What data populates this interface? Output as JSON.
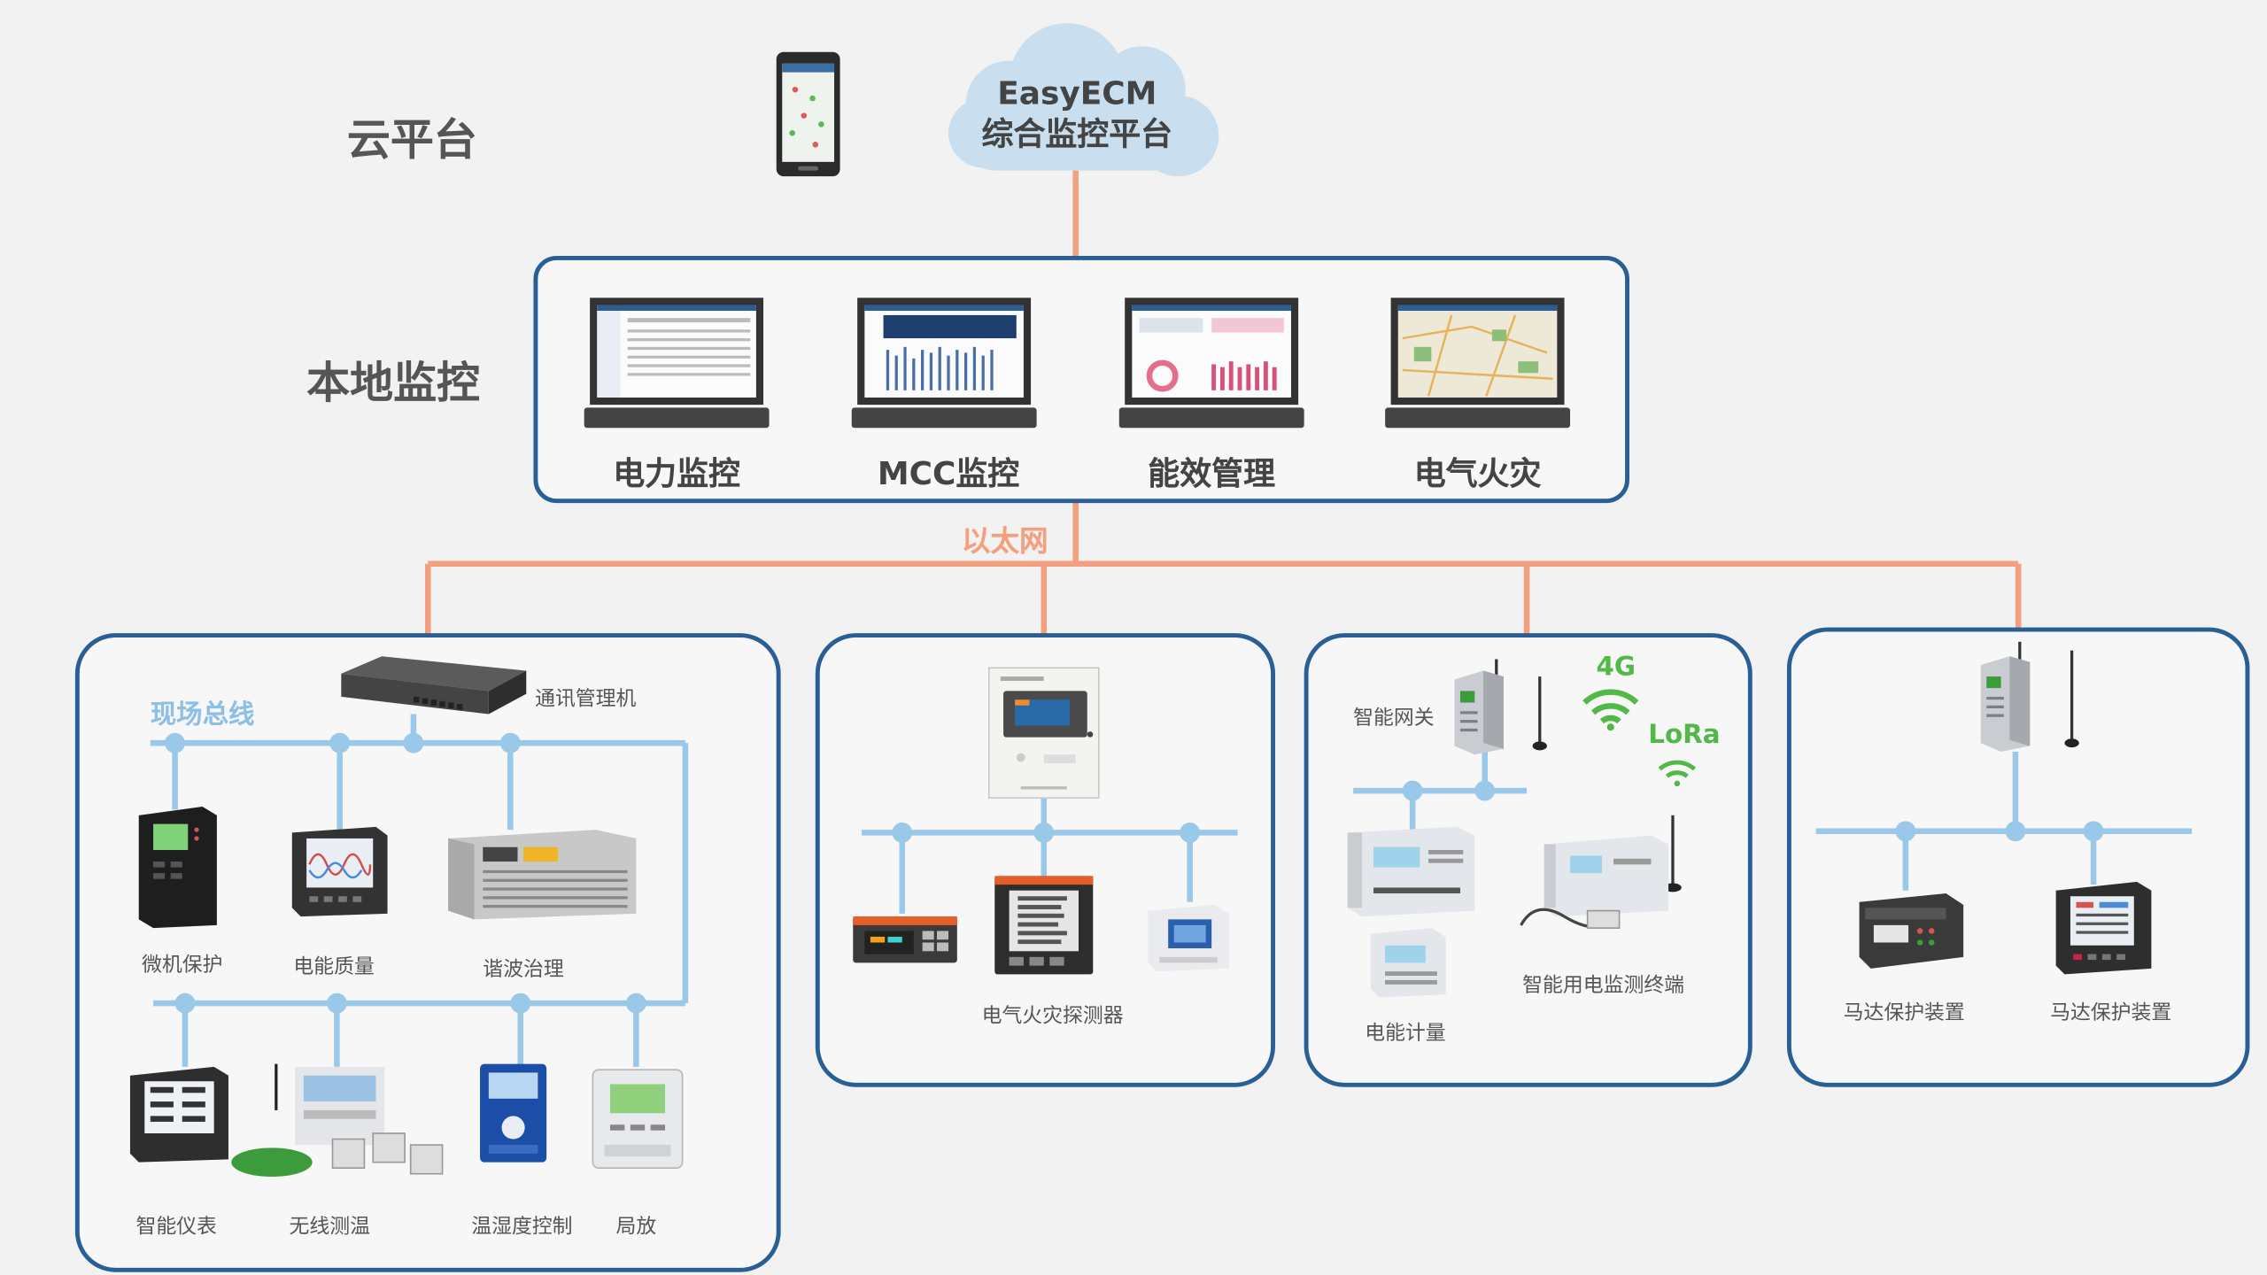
{
  "colors": {
    "frame": "#2a5f95",
    "bus": "#9ac8e8",
    "ethernet": "#f4a07e",
    "wifi": "#52b848",
    "cloud": "#c9dff0"
  },
  "tiers": {
    "cloud": "云平台",
    "local": "本地监控"
  },
  "cloud_platform": {
    "line1": "EasyECM",
    "line2": "综合监控平台"
  },
  "local_monitoring": {
    "laptops": [
      {
        "label": "电力监控",
        "icon": "laptop-dashboard"
      },
      {
        "label": "MCC监控",
        "icon": "laptop-dashboard"
      },
      {
        "label": "能效管理",
        "icon": "laptop-dashboard"
      },
      {
        "label": "电气火灾",
        "icon": "laptop-map"
      }
    ]
  },
  "network": {
    "ethernet": "以太网"
  },
  "panel1": {
    "fieldbus": "现场总线",
    "gateway": "通讯管理机",
    "row1": [
      "微机保护",
      "电能质量",
      "谐波治理"
    ],
    "row2": [
      "智能仪表",
      "无线测温",
      "温湿度控制",
      "局放"
    ]
  },
  "panel2": {
    "device": "电气火灾探测器"
  },
  "panel3": {
    "gateway": "智能网关",
    "signal_4g": "4G",
    "signal_lora": "LoRa",
    "meter": "电能计量",
    "terminal": "智能用电监测终端"
  },
  "panel4": {
    "devices": [
      "马达保护装置",
      "马达保护装置"
    ]
  }
}
